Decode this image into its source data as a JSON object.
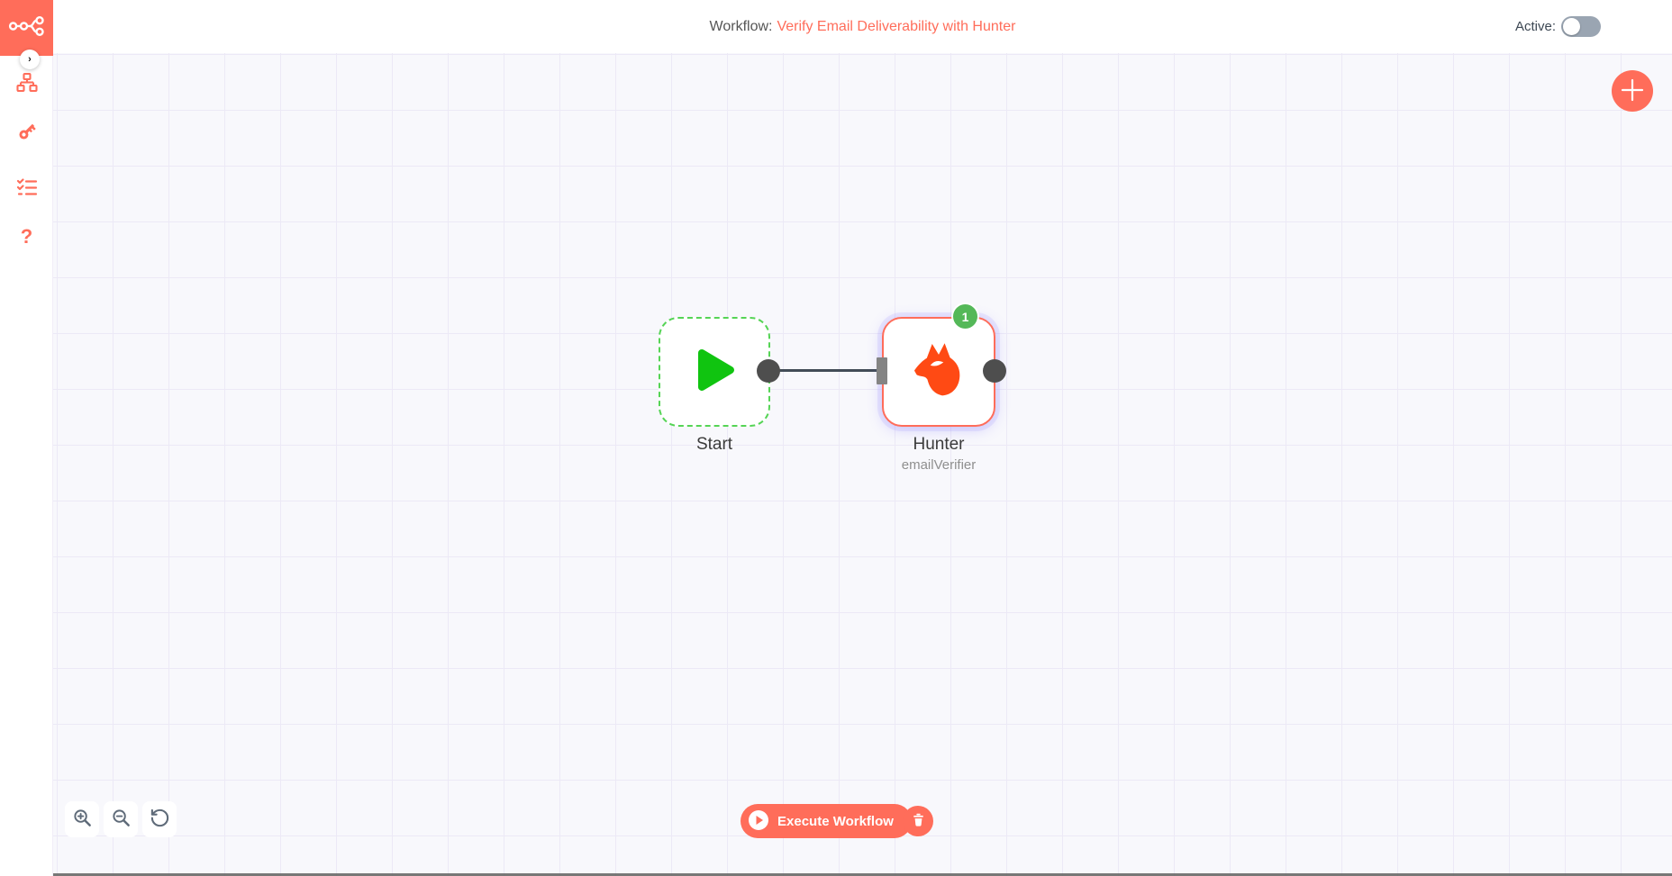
{
  "header": {
    "workflow_label": "Workflow:",
    "workflow_name": "Verify Email Deliverability with Hunter",
    "active_label": "Active:",
    "active_state": "off"
  },
  "sidebar": {
    "collapse_glyph": "›",
    "items": [
      {
        "name": "workflows",
        "icon": "sitemap-icon"
      },
      {
        "name": "credentials",
        "icon": "key-icon"
      },
      {
        "name": "executions",
        "icon": "checklist-icon"
      },
      {
        "name": "help",
        "icon": "question-icon",
        "glyph": "?"
      }
    ]
  },
  "canvas": {
    "nodes": [
      {
        "id": "start",
        "label": "Start",
        "icon": "play-icon"
      },
      {
        "id": "hunter",
        "label": "Hunter",
        "sublabel": "emailVerifier",
        "badge": "1",
        "icon": "hunter-dog-icon",
        "selected": true
      }
    ],
    "connection": {
      "from": "start",
      "to": "hunter"
    }
  },
  "controls": {
    "zoom_in": "zoom-in",
    "zoom_out": "zoom-out",
    "reset_zoom": "reset-zoom",
    "execute_label": "Execute Workflow"
  },
  "colors": {
    "accent": "#ff6d5a",
    "hunter_orange": "#ff4a14",
    "start_green": "#10c410",
    "start_border_green": "#55d455",
    "badge_green": "#54b858",
    "connector_dark": "#4e4e4e",
    "toggle_off": "#9aa5b2",
    "grid_line": "#ece9f6",
    "canvas_bg": "#f8f8fc"
  }
}
